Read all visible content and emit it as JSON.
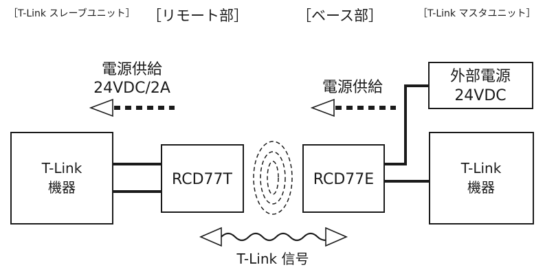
{
  "headers": {
    "slave_unit": "［T-Link スレーブユニット］",
    "remote": "［リモート部］",
    "base": "［ベース部］",
    "master_unit": "［T-Link マスタユニット］"
  },
  "left_power": {
    "line1": "電源供給",
    "line2": "24VDC/2A"
  },
  "right_power": {
    "label": "電源供給"
  },
  "external_power": {
    "line1": "外部電源",
    "line2": "24VDC"
  },
  "left_device": {
    "line1": "T-Link",
    "line2": "機器"
  },
  "right_device": {
    "line1": "T-Link",
    "line2": "機器"
  },
  "remote_unit": {
    "label": "RCD77T"
  },
  "base_unit": {
    "label": "RCD77E"
  },
  "signal": {
    "label": "T-Link 信号"
  }
}
